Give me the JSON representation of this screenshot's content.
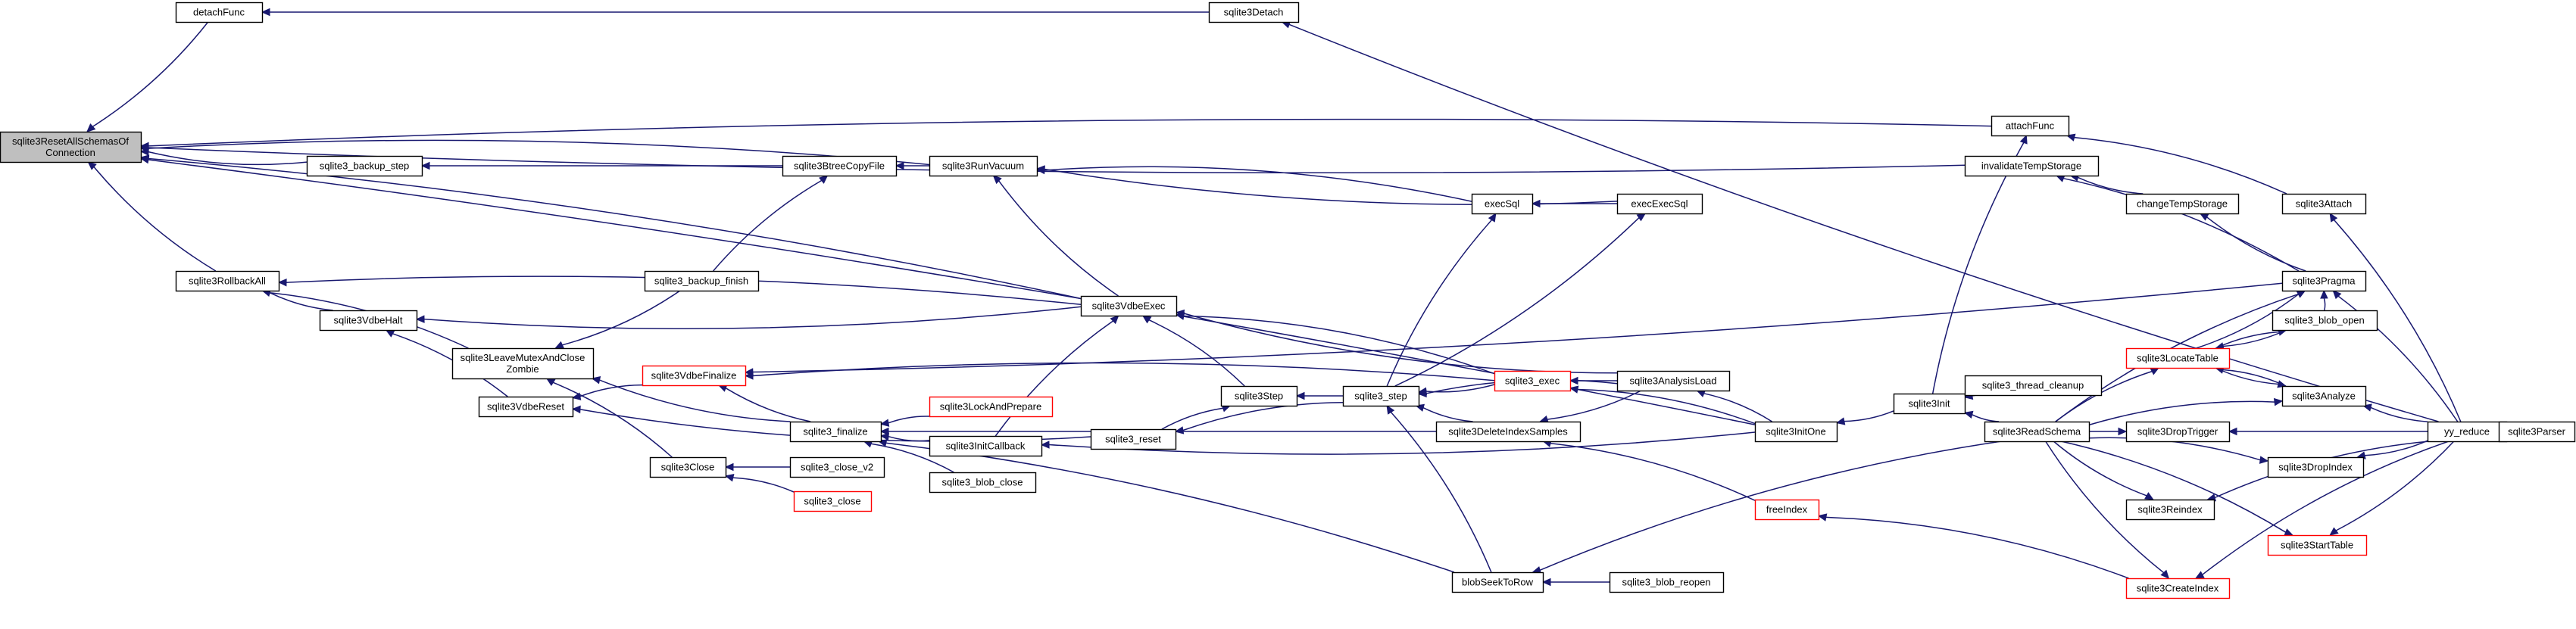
{
  "graph": {
    "title": "",
    "colors": {
      "edge": "#191970",
      "node_border": "#000000",
      "node_border_truncated": "#ff0000",
      "root_fill": "#bfbfbf",
      "node_fill": "#ffffff"
    },
    "nodes": [
      {
        "id": "root",
        "label": "sqlite3ResetAllSchemasOf\nConnection",
        "style": "root"
      },
      {
        "id": "detachFunc",
        "label": "detachFunc",
        "style": "normal"
      },
      {
        "id": "sqlite3Detach",
        "label": "sqlite3Detach",
        "style": "normal"
      },
      {
        "id": "attachFunc",
        "label": "attachFunc",
        "style": "normal"
      },
      {
        "id": "invalidateTempStorage",
        "label": "invalidateTempStorage",
        "style": "normal"
      },
      {
        "id": "sqlite3_backup_step",
        "label": "sqlite3_backup_step",
        "style": "normal"
      },
      {
        "id": "sqlite3BtreeCopyFile",
        "label": "sqlite3BtreeCopyFile",
        "style": "normal"
      },
      {
        "id": "sqlite3RunVacuum",
        "label": "sqlite3RunVacuum",
        "style": "normal"
      },
      {
        "id": "execSql",
        "label": "execSql",
        "style": "normal"
      },
      {
        "id": "execExecSql",
        "label": "execExecSql",
        "style": "normal"
      },
      {
        "id": "changeTempStorage",
        "label": "changeTempStorage",
        "style": "normal"
      },
      {
        "id": "sqlite3Attach",
        "label": "sqlite3Attach",
        "style": "normal"
      },
      {
        "id": "sqlite3RollbackAll",
        "label": "sqlite3RollbackAll",
        "style": "normal"
      },
      {
        "id": "sqlite3_backup_finish",
        "label": "sqlite3_backup_finish",
        "style": "normal"
      },
      {
        "id": "sqlite3VdbeHalt",
        "label": "sqlite3VdbeHalt",
        "style": "normal"
      },
      {
        "id": "sqlite3VdbeExec",
        "label": "sqlite3VdbeExec",
        "style": "normal"
      },
      {
        "id": "sqlite3Pragma",
        "label": "sqlite3Pragma",
        "style": "normal"
      },
      {
        "id": "sqlite3_blob_open",
        "label": "sqlite3_blob_open",
        "style": "normal"
      },
      {
        "id": "sqlite3LeaveMutexAndCloseZombie",
        "label": "sqlite3LeaveMutexAndClose\nZombie",
        "style": "normal"
      },
      {
        "id": "sqlite3VdbeFinalize",
        "label": "sqlite3VdbeFinalize",
        "style": "truncated"
      },
      {
        "id": "sqlite3_exec",
        "label": "sqlite3_exec",
        "style": "truncated"
      },
      {
        "id": "sqlite3AnalysisLoad",
        "label": "sqlite3AnalysisLoad",
        "style": "normal"
      },
      {
        "id": "sqlite3LocateTable",
        "label": "sqlite3LocateTable",
        "style": "truncated"
      },
      {
        "id": "sqlite3VdbeReset",
        "label": "sqlite3VdbeReset",
        "style": "normal"
      },
      {
        "id": "sqlite3_finalize",
        "label": "sqlite3_finalize",
        "style": "normal"
      },
      {
        "id": "sqlite3LockAndPrepare",
        "label": "sqlite3LockAndPrepare",
        "style": "truncated"
      },
      {
        "id": "sqlite3Step",
        "label": "sqlite3Step",
        "style": "normal"
      },
      {
        "id": "sqlite3_step",
        "label": "sqlite3_step",
        "style": "normal"
      },
      {
        "id": "sqlite3Init",
        "label": "sqlite3Init",
        "style": "normal"
      },
      {
        "id": "sqlite3_thread_cleanup",
        "label": "sqlite3_thread_cleanup",
        "style": "normal"
      },
      {
        "id": "sqlite3Analyze",
        "label": "sqlite3Analyze",
        "style": "normal"
      },
      {
        "id": "sqlite3InitCallback",
        "label": "sqlite3InitCallback",
        "style": "normal"
      },
      {
        "id": "sqlite3_reset",
        "label": "sqlite3_reset",
        "style": "normal"
      },
      {
        "id": "sqlite3DeleteIndexSamples",
        "label": "sqlite3DeleteIndexSamples",
        "style": "normal"
      },
      {
        "id": "sqlite3InitOne",
        "label": "sqlite3InitOne",
        "style": "normal"
      },
      {
        "id": "sqlite3ReadSchema",
        "label": "sqlite3ReadSchema",
        "style": "normal"
      },
      {
        "id": "sqlite3DropTrigger",
        "label": "sqlite3DropTrigger",
        "style": "normal"
      },
      {
        "id": "yy_reduce",
        "label": "yy_reduce",
        "style": "normal"
      },
      {
        "id": "sqlite3Parser",
        "label": "sqlite3Parser",
        "style": "normal"
      },
      {
        "id": "sqlite3Close",
        "label": "sqlite3Close",
        "style": "normal"
      },
      {
        "id": "sqlite3_close_v2",
        "label": "sqlite3_close_v2",
        "style": "normal"
      },
      {
        "id": "sqlite3_blob_close",
        "label": "sqlite3_blob_close",
        "style": "normal"
      },
      {
        "id": "sqlite3DropIndex",
        "label": "sqlite3DropIndex",
        "style": "normal"
      },
      {
        "id": "sqlite3_close",
        "label": "sqlite3_close",
        "style": "truncated"
      },
      {
        "id": "freeIndex",
        "label": "freeIndex",
        "style": "truncated"
      },
      {
        "id": "sqlite3Reindex",
        "label": "sqlite3Reindex",
        "style": "normal"
      },
      {
        "id": "sqlite3StartTable",
        "label": "sqlite3StartTable",
        "style": "truncated"
      },
      {
        "id": "blobSeekToRow",
        "label": "blobSeekToRow",
        "style": "normal"
      },
      {
        "id": "sqlite3_blob_reopen",
        "label": "sqlite3_blob_reopen",
        "style": "normal"
      },
      {
        "id": "sqlite3CreateIndex",
        "label": "sqlite3CreateIndex",
        "style": "truncated"
      }
    ],
    "edges": [
      [
        "detachFunc",
        "root"
      ],
      [
        "sqlite3Detach",
        "detachFunc"
      ],
      [
        "yy_reduce",
        "sqlite3Detach"
      ],
      [
        "attachFunc",
        "root"
      ],
      [
        "invalidateTempStorage",
        "root"
      ],
      [
        "sqlite3RunVacuum",
        "root"
      ],
      [
        "sqlite3_backup_step",
        "root"
      ],
      [
        "sqlite3VdbeExec",
        "root"
      ],
      [
        "sqlite3RollbackAll",
        "root"
      ],
      [
        "sqlite3InitOne",
        "root"
      ],
      [
        "sqlite3BtreeCopyFile",
        "sqlite3_backup_step"
      ],
      [
        "sqlite3RunVacuum",
        "sqlite3BtreeCopyFile"
      ],
      [
        "sqlite3_backup_finish",
        "sqlite3BtreeCopyFile"
      ],
      [
        "execSql",
        "sqlite3RunVacuum"
      ],
      [
        "execExecSql",
        "sqlite3RunVacuum"
      ],
      [
        "execExecSql",
        "execSql"
      ],
      [
        "sqlite3_step",
        "execSql"
      ],
      [
        "sqlite3_step",
        "execExecSql"
      ],
      [
        "sqlite3VdbeExec",
        "sqlite3RunVacuum"
      ],
      [
        "sqlite3Attach",
        "attachFunc"
      ],
      [
        "sqlite3Init",
        "attachFunc"
      ],
      [
        "yy_reduce",
        "sqlite3Attach"
      ],
      [
        "changeTempStorage",
        "invalidateTempStorage"
      ],
      [
        "sqlite3Pragma",
        "invalidateTempStorage"
      ],
      [
        "sqlite3Pragma",
        "changeTempStorage"
      ],
      [
        "sqlite3VdbeExec",
        "sqlite3RollbackAll"
      ],
      [
        "sqlite3VdbeHalt",
        "sqlite3RollbackAll"
      ],
      [
        "sqlite3LeaveMutexAndCloseZombie",
        "sqlite3RollbackAll"
      ],
      [
        "sqlite3VdbeExec",
        "sqlite3VdbeHalt"
      ],
      [
        "sqlite3VdbeReset",
        "sqlite3VdbeHalt"
      ],
      [
        "sqlite3_backup_finish",
        "sqlite3LeaveMutexAndCloseZombie"
      ],
      [
        "sqlite3Close",
        "sqlite3LeaveMutexAndCloseZombie"
      ],
      [
        "sqlite3_finalize",
        "sqlite3LeaveMutexAndCloseZombie"
      ],
      [
        "sqlite3Step",
        "sqlite3VdbeExec"
      ],
      [
        "sqlite3InitCallback",
        "sqlite3VdbeExec"
      ],
      [
        "sqlite3_exec",
        "sqlite3VdbeExec"
      ],
      [
        "sqlite3Pragma",
        "sqlite3VdbeFinalize"
      ],
      [
        "sqlite3_exec",
        "sqlite3VdbeFinalize"
      ],
      [
        "sqlite3_finalize",
        "sqlite3VdbeFinalize"
      ],
      [
        "sqlite3VdbeFinalize",
        "sqlite3VdbeReset"
      ],
      [
        "sqlite3_reset",
        "sqlite3VdbeReset"
      ],
      [
        "sqlite3LockAndPrepare",
        "sqlite3_finalize"
      ],
      [
        "sqlite3InitCallback",
        "sqlite3_finalize"
      ],
      [
        "sqlite3_blob_close",
        "sqlite3_finalize"
      ],
      [
        "sqlite3DeleteIndexSamples",
        "sqlite3_finalize"
      ],
      [
        "blobSeekToRow",
        "sqlite3_finalize"
      ],
      [
        "sqlite3_close_v2",
        "sqlite3Close"
      ],
      [
        "sqlite3_close",
        "sqlite3Close"
      ],
      [
        "sqlite3InitOne",
        "sqlite3InitCallback"
      ],
      [
        "sqlite3_step",
        "sqlite3Step"
      ],
      [
        "sqlite3_reset",
        "sqlite3Step"
      ],
      [
        "sqlite3_step",
        "sqlite3_reset"
      ],
      [
        "sqlite3_exec",
        "sqlite3_step"
      ],
      [
        "sqlite3AnalysisLoad",
        "sqlite3_step"
      ],
      [
        "sqlite3DeleteIndexSamples",
        "sqlite3_step"
      ],
      [
        "blobSeekToRow",
        "sqlite3_step"
      ],
      [
        "sqlite3AnalysisLoad",
        "sqlite3_exec"
      ],
      [
        "sqlite3InitOne",
        "sqlite3_exec"
      ],
      [
        "sqlite3AnalysisLoad",
        "sqlite3VdbeExec"
      ],
      [
        "sqlite3InitOne",
        "sqlite3AnalysisLoad"
      ],
      [
        "sqlite3AnalysisLoad",
        "sqlite3DeleteIndexSamples"
      ],
      [
        "freeIndex",
        "sqlite3DeleteIndexSamples"
      ],
      [
        "sqlite3Init",
        "sqlite3InitOne"
      ],
      [
        "sqlite3_thread_cleanup",
        "sqlite3Init"
      ],
      [
        "sqlite3ReadSchema",
        "sqlite3Init"
      ],
      [
        "sqlite3_blob_open",
        "sqlite3Pragma"
      ],
      [
        "sqlite3ReadSchema",
        "sqlite3Pragma"
      ],
      [
        "yy_reduce",
        "sqlite3Pragma"
      ],
      [
        "sqlite3ReadSchema",
        "sqlite3LocateTable"
      ],
      [
        "sqlite3ReadSchema",
        "sqlite3DropTrigger"
      ],
      [
        "sqlite3ReadSchema",
        "sqlite3DropIndex"
      ],
      [
        "sqlite3ReadSchema",
        "sqlite3Reindex"
      ],
      [
        "sqlite3ReadSchema",
        "sqlite3StartTable"
      ],
      [
        "sqlite3ReadSchema",
        "sqlite3CreateIndex"
      ],
      [
        "sqlite3ReadSchema",
        "sqlite3Analyze"
      ],
      [
        "sqlite3LocateTable",
        "sqlite3Pragma"
      ],
      [
        "sqlite3LocateTable",
        "sqlite3_blob_open"
      ],
      [
        "sqlite3LocateTable",
        "sqlite3Analyze"
      ],
      [
        "sqlite3_blob_open",
        "sqlite3LocateTable"
      ],
      [
        "sqlite3Analyze",
        "sqlite3LocateTable"
      ],
      [
        "yy_reduce",
        "sqlite3Analyze"
      ],
      [
        "yy_reduce",
        "sqlite3DropTrigger"
      ],
      [
        "yy_reduce",
        "sqlite3DropIndex"
      ],
      [
        "yy_reduce",
        "sqlite3Reindex"
      ],
      [
        "yy_reduce",
        "sqlite3StartTable"
      ],
      [
        "yy_reduce",
        "sqlite3CreateIndex"
      ],
      [
        "sqlite3Parser",
        "yy_reduce"
      ],
      [
        "sqlite3CreateIndex",
        "freeIndex"
      ],
      [
        "sqlite3_blob_reopen",
        "blobSeekToRow"
      ],
      [
        "sqlite3ReadSchema",
        "blobSeekToRow"
      ]
    ]
  }
}
